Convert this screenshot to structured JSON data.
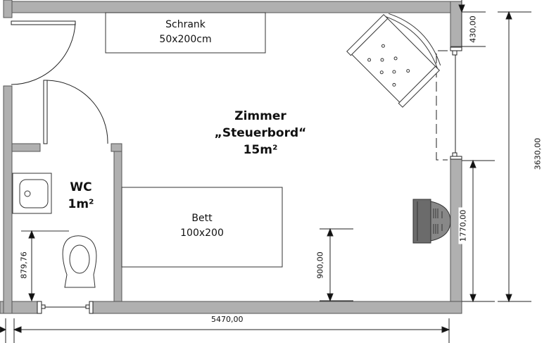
{
  "room": {
    "name": "Zimmer",
    "nickname": "„Steuerbord“",
    "area": "15m²"
  },
  "wc": {
    "name": "WC",
    "area": "1m²"
  },
  "furniture": {
    "wardrobe": {
      "name": "Schrank",
      "size": "50x200cm"
    },
    "bed": {
      "name": "Bett",
      "size": "100x200"
    }
  },
  "dimensions": {
    "total_width": "5470,00",
    "total_height": "3630,00",
    "upper_wall": "430,00",
    "lower_wall": "1770,00",
    "parapet": "900,00",
    "wc_distance": "879,76"
  },
  "colors": {
    "wall": "#b0b0b0",
    "wall_edge": "#555555",
    "heater": "#6b6b6b"
  }
}
